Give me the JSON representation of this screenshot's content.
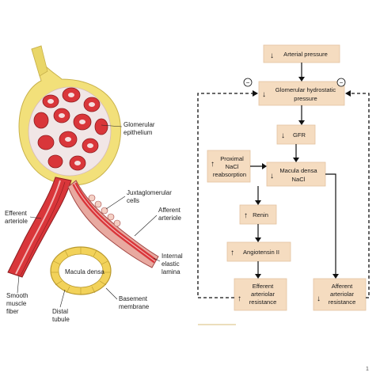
{
  "anatomy": {
    "labels": {
      "glomerular_epithelium": [
        "Glomerular",
        "epithelium"
      ],
      "juxtaglomerular_cells": [
        "Juxtaglomerular",
        "cells"
      ],
      "efferent_arteriole": [
        "Efferent",
        "arteriole"
      ],
      "afferent_arteriole": [
        "Afferent",
        "arteriole"
      ],
      "internal_elastic_lamina": [
        "Internal",
        "elastic",
        "lamina"
      ],
      "macula_densa": "Macula densa",
      "smooth_muscle_fiber": [
        "Smooth",
        "muscle",
        "fiber"
      ],
      "distal_tubule": [
        "Distal",
        "tubule"
      ],
      "basement_membrane": [
        "Basement",
        "membrane"
      ]
    }
  },
  "flowchart": {
    "boxes": {
      "arterial_pressure": [
        "Arterial pressure"
      ],
      "glomerular_pressure": [
        "Glomerular hydrostatic",
        "pressure"
      ],
      "gfr": [
        "GFR"
      ],
      "proximal_nacl": [
        "Proximal",
        "NaCl",
        "reabsorption"
      ],
      "macula_densa_nacl": [
        "Macula densa",
        "NaCl"
      ],
      "renin": [
        "Renin"
      ],
      "angiotensin": [
        "Angiotensin II"
      ],
      "efferent_resistance": [
        "Efferent",
        "arteriolar",
        "resistance"
      ],
      "afferent_resistance": [
        "Afferent",
        "arteriolar",
        "resistance"
      ]
    },
    "feedback_signs": {
      "left": "−",
      "right": "−"
    }
  },
  "page_number": "1"
}
